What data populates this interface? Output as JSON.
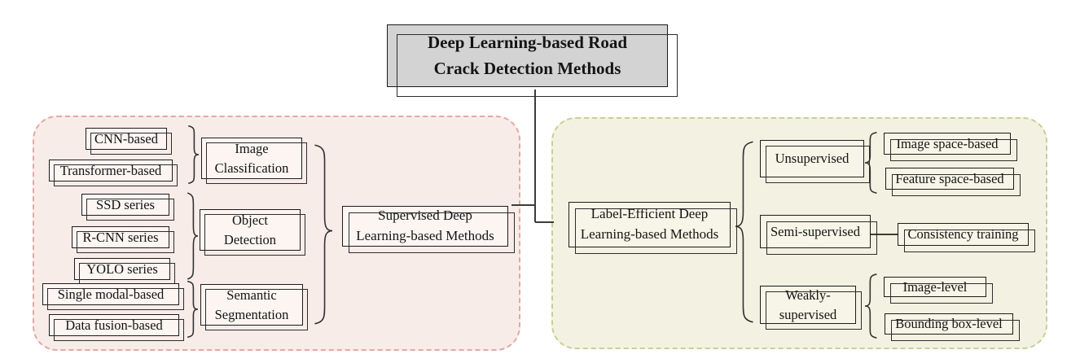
{
  "root": {
    "label": "Deep Learning-based Road\nCrack Detection Methods"
  },
  "left_panel": {
    "theme": "pink",
    "background": "#f8ece9",
    "border_color": "#dfaaa5",
    "parent": {
      "label": "Supervised Deep\nLearning-based Methods"
    },
    "groups": [
      {
        "category": {
          "label": "Image\nClassification"
        },
        "leaves": [
          {
            "label": "CNN-based"
          },
          {
            "label": "Transformer-based"
          }
        ]
      },
      {
        "category": {
          "label": "Object\nDetection"
        },
        "leaves": [
          {
            "label": "SSD series"
          },
          {
            "label": "R-CNN series"
          },
          {
            "label": "YOLO series"
          }
        ]
      },
      {
        "category": {
          "label": "Semantic\nSegmentation"
        },
        "leaves": [
          {
            "label": "Single modal-based"
          },
          {
            "label": "Data fusion-based"
          }
        ]
      }
    ]
  },
  "right_panel": {
    "theme": "green",
    "background": "#f3f2e2",
    "border_color": "#c9cf97",
    "parent": {
      "label": "Label-Efficient Deep\nLearning-based Methods"
    },
    "groups": [
      {
        "category": {
          "label": "Unsupervised"
        },
        "leaves": [
          {
            "label": "Image space-based"
          },
          {
            "label": "Feature space-based"
          }
        ]
      },
      {
        "category": {
          "label": "Semi-supervised"
        },
        "leaves": [
          {
            "label": "Consistency training"
          }
        ]
      },
      {
        "category": {
          "label": "Weakly-\nsupervised"
        },
        "leaves": [
          {
            "label": "Image-level"
          },
          {
            "label": "Bounding box-level"
          }
        ]
      }
    ]
  },
  "colors": {
    "title_fill": "#d3d3d3",
    "box_border": "#1b1b1b",
    "connector": "#3c3c3c",
    "pink_box_fill": "#fcf5f2",
    "green_box_fill": "#f6f5e7"
  }
}
